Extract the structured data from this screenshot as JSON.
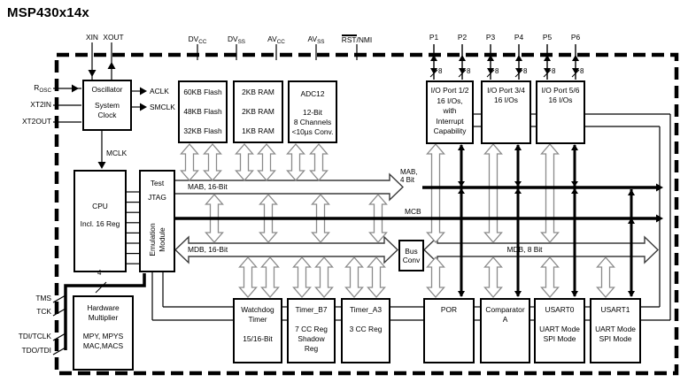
{
  "title": "MSP430x14x",
  "colors": {
    "line": "#000000",
    "gray": "#8a8a8a",
    "band": "#3a3a3a",
    "bg": "#ffffff"
  },
  "labels": {
    "bus8": "8",
    "jtag4": "4"
  },
  "pins": {
    "xin": "XIN",
    "xout": "XOUT",
    "power": [
      {
        "base": "DV",
        "sub": "CC"
      },
      {
        "base": "DV",
        "sub": "SS"
      },
      {
        "base": "AV",
        "sub": "CC"
      },
      {
        "base": "AV",
        "sub": "SS"
      }
    ],
    "rst_over": "RST",
    "rst_rest": "/NMI",
    "ports": [
      "P1",
      "P2",
      "P3",
      "P4",
      "P5",
      "P6"
    ],
    "rosc_base": "R",
    "rosc_sub": "OSC",
    "xt2in": "XT2IN",
    "xt2out": "XT2OUT",
    "tms": "TMS",
    "tck": "TCK",
    "tdi": "TDI/TCLK",
    "tdo": "TDO/TDI"
  },
  "clocks": {
    "aclk": "ACLK",
    "smclk": "SMCLK",
    "mclk": "MCLK"
  },
  "buses": {
    "mab16": "MAB, 16-Bit",
    "mab4_1": "MAB,",
    "mab4_2": "4 Bit",
    "mcb": "MCB",
    "mdb16": "MDB, 16-Bit",
    "mdb8": "MDB, 8 Bit"
  },
  "blocks": {
    "oscillator": {
      "lines": [
        "Oscillator",
        "System",
        "Clock"
      ]
    },
    "flash": {
      "lines": [
        "60KB Flash",
        "48KB Flash",
        "32KB Flash"
      ]
    },
    "ram": {
      "lines": [
        "2KB RAM",
        "2KB RAM",
        "1KB RAM"
      ]
    },
    "adc": {
      "lines": [
        "ADC12",
        "12-Bit",
        "8 Channels",
        "<10µs Conv."
      ]
    },
    "port12": {
      "lines": [
        "I/O Port 1/2",
        "16 I/Os,",
        "with",
        "Interrupt",
        "Capability"
      ]
    },
    "port34": {
      "lines": [
        "I/O Port 3/4",
        "16 I/Os"
      ]
    },
    "port56": {
      "lines": [
        "I/O Port 5/6",
        "16 I/Os"
      ]
    },
    "cpu": {
      "lines": [
        "CPU",
        "Incl. 16 Reg"
      ]
    },
    "test": {
      "lines": [
        "Test",
        "JTAG"
      ]
    },
    "emulation": {
      "lines": [
        "Emulation",
        "Module"
      ]
    },
    "hwmult": {
      "lines": [
        "Hardware",
        "Multiplier",
        "MPY, MPYS",
        "MAC,MACS"
      ]
    },
    "watchdog": {
      "lines": [
        "Watchdog",
        "Timer",
        "15/16-Bit"
      ]
    },
    "timerb": {
      "lines": [
        "Timer_B7",
        "7 CC Reg",
        "Shadow",
        "Reg"
      ]
    },
    "timera": {
      "lines": [
        "Timer_A3",
        "3 CC Reg"
      ]
    },
    "busconv": {
      "lines": [
        "Bus",
        "Conv"
      ]
    },
    "por": {
      "lines": [
        "POR"
      ]
    },
    "comparator": {
      "lines": [
        "Comparator",
        "A"
      ]
    },
    "usart0": {
      "lines": [
        "USART0",
        "UART Mode",
        "SPI Mode"
      ]
    },
    "usart1": {
      "lines": [
        "USART1",
        "UART Mode",
        "SPI Mode"
      ]
    }
  }
}
